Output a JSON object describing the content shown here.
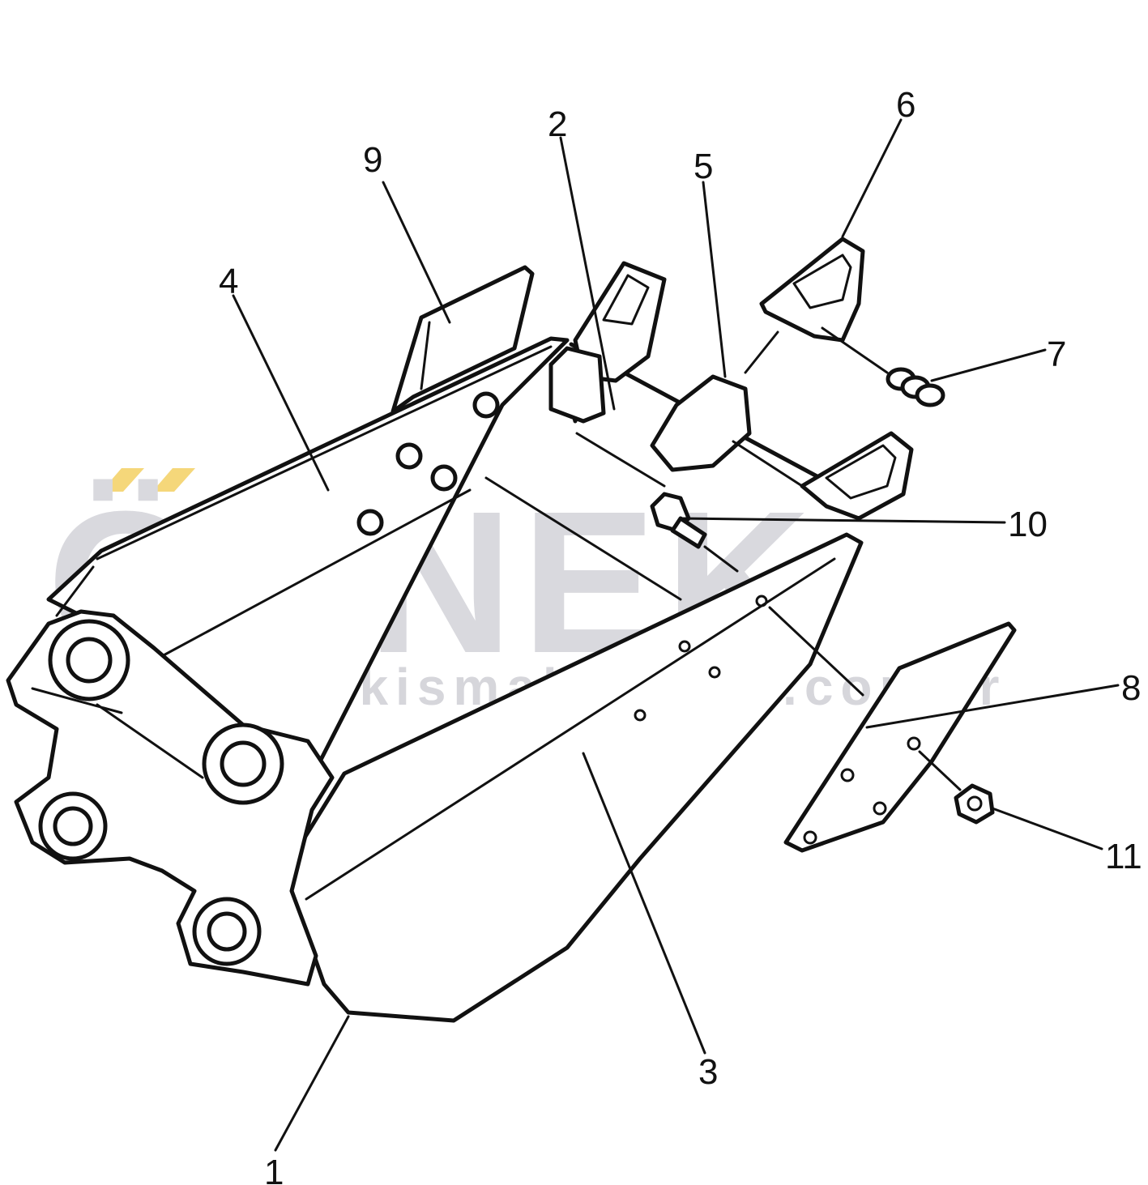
{
  "watermark": {
    "brand": "ÖRNEK",
    "url": "www.ornekismakinalari.com.tr",
    "accent_color": "#f5d77a",
    "text_color": "#d9d9de"
  },
  "callouts": [
    "1",
    "2",
    "3",
    "4",
    "5",
    "6",
    "7",
    "8",
    "9",
    "10",
    "11"
  ]
}
